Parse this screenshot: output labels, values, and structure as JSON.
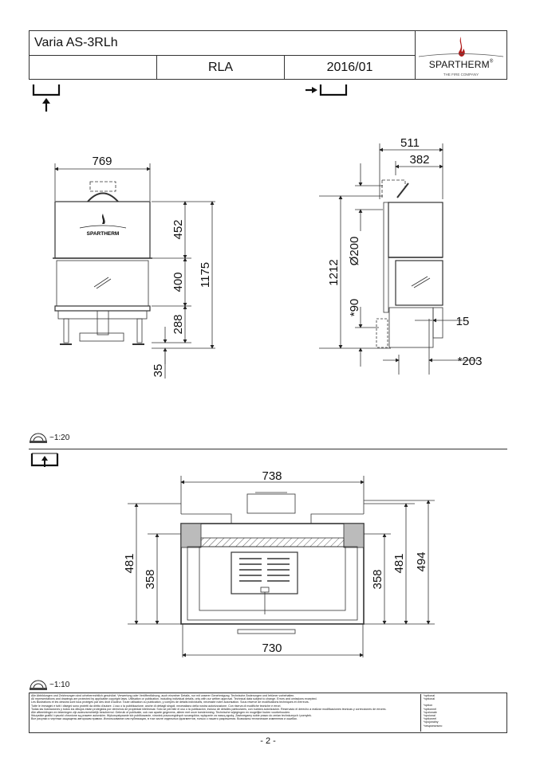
{
  "title_block": {
    "model": "Varia AS-3RLh",
    "variant": "RLA",
    "date": "2016/01",
    "brand": "SPARTHERM",
    "brand_mark": "®",
    "tagline": "THE FIRE COMPANY"
  },
  "front_view": {
    "dims": {
      "width": "769",
      "top": "452",
      "middle": "400",
      "bottom": "288",
      "total": "1175",
      "feet": "35"
    },
    "logo": "SPARTHERM"
  },
  "side_view": {
    "dims": {
      "depth": "511",
      "flue_offset": "382",
      "height": "1212",
      "flue_diameter": "Ø200",
      "air_inlet": "*90",
      "offset": "15",
      "inlet_depth": "*203"
    }
  },
  "scale_1": "~1:20",
  "plan_view": {
    "dims": {
      "top_width": "738",
      "bottom_width": "730",
      "left_depth": "481",
      "left_inner": "358",
      "right_inner": "358",
      "right_depth": "481",
      "right_total": "494"
    }
  },
  "scale_2": "~1:10",
  "disclaimer": {
    "lines": [
      "Alle Abbildungen und Zeichnungen sind urheberrechtlich geschützt. Verwertung oder Veröffentlichung, auch einzelner Details, nur mit unserer Genehmigung. Technische Änderungen und Irrtümer vorbehalten.",
      "All representations and drawings are protected by applicable copyright laws. Utilisation or publication, including individual details, only with our written approval. Technical data subject to change. Errors and omissions excepted.",
      "Les illustrations et les dessins sont tous protégés par des droit d'auteur. Toute utilisation ou publication, y compris de détails individuels, nécessite notre autorisation. Sous réserve de modifications techniques et d'erreurs.",
      "Tutte le immagini e tutti i disegni sono protetti da diritto d'autore. L'uso o la pubblicazione, anche di dettagli singoli, necessitano della nostra autorizzazione. Con riserva di modifiche tecniche e errori.",
      "Todas las ilustraciones y todos los dibujos están protegidos por derechos de propiedad intelectual. Sólo se permite el uso o la publicación, incluso de detalles particulares, con nuestra autorización. Reservado el derecho a realizar modificaciones técnicas y correcciones de errores.",
      "Alle afbeeldingen en tekeningen zijn auteursrechtelijk beschermd. Gebruik of publicatie, ook van aparte gegevens, alleen met onze toestemming. Technische wijzigingen en mogelijke fouten voorbehouden.",
      "Wszystkie grafiki i rysunki chronione są prawem autorskim. Wykorzystywanie lub publikowanie, również poszczególnych szczegółów, wyłącznie za naszą zgodą. Zastrzegamy sobie prawo do zmian technicznych i pomyłek.",
      "Все рисунки и чертежи защищены авторским правом. Использование или публикация, в том числе отдельных фрагментов, только с нашего разрешения. Возможны технические изменения и ошибки."
    ],
    "options": [
      "*optional",
      "*optional",
      "*option",
      "*optionnel",
      "*opzionale",
      "*opcional",
      "*optioneel",
      "*opcjonalny",
      "*опционально"
    ]
  },
  "page_number": "- 2 -",
  "colors": {
    "line": "#333333",
    "logo_flame": "#b01c1c"
  }
}
